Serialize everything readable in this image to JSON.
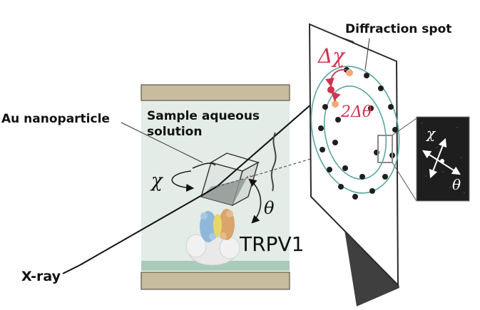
{
  "labels": {
    "diffraction_spot": "Diffraction spot",
    "au_nanoparticle": "Au nanoparticle",
    "sample_line1": "Sample aqueous",
    "sample_line2": "solution",
    "trpv1": "TRPV1",
    "xray": "X-ray"
  },
  "symbols": {
    "delta_chi": "Δχ",
    "two_delta_theta": "2Δθ",
    "chi": "χ",
    "theta": "θ",
    "inset_chi": "χ",
    "inset_theta": "θ"
  },
  "colors": {
    "cell_plate": "#c8bc9f",
    "cell_fill": "#e3ece6",
    "cell_bottom_band": "#a7cbb9",
    "ring": "#5aa7a0",
    "accent": "#d0344f",
    "spot_orange": "#f4a87a",
    "spot_dark": "#1f1f1f",
    "protein_blue": "#8fb7d9",
    "protein_orange": "#d9a56b",
    "protein_yellow": "#e7d76a"
  }
}
